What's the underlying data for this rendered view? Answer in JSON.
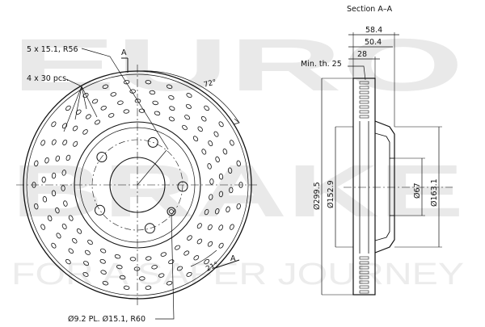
{
  "watermark": {
    "line1": "EURO",
    "line2": "BRAKE",
    "tagline": "FOR A SAFER JOURNEY"
  },
  "annotations": {
    "bolt_holes": "5 x 15.1, R56",
    "drill_rows": "4 x 30 pcs.",
    "angle_72": "72°",
    "section_marker_top": "A",
    "section_marker_bottom": "A",
    "angle_21": "21°",
    "hub_holes": "Ø9.2 PL. Ø15.1, R60"
  },
  "section": {
    "title": "Section A–A",
    "dim_overall": "58.4",
    "dim_hat": "50.4",
    "dim_thickness": "28",
    "min_thickness": "Min. th. 25",
    "dia_outer": "Ø299.5",
    "dia_hat": "Ø152.9",
    "dia_center": "Ø67",
    "dia_hub": "Ø163.1"
  },
  "colors": {
    "line": "#111111",
    "watermark": "#e9e9e9"
  }
}
